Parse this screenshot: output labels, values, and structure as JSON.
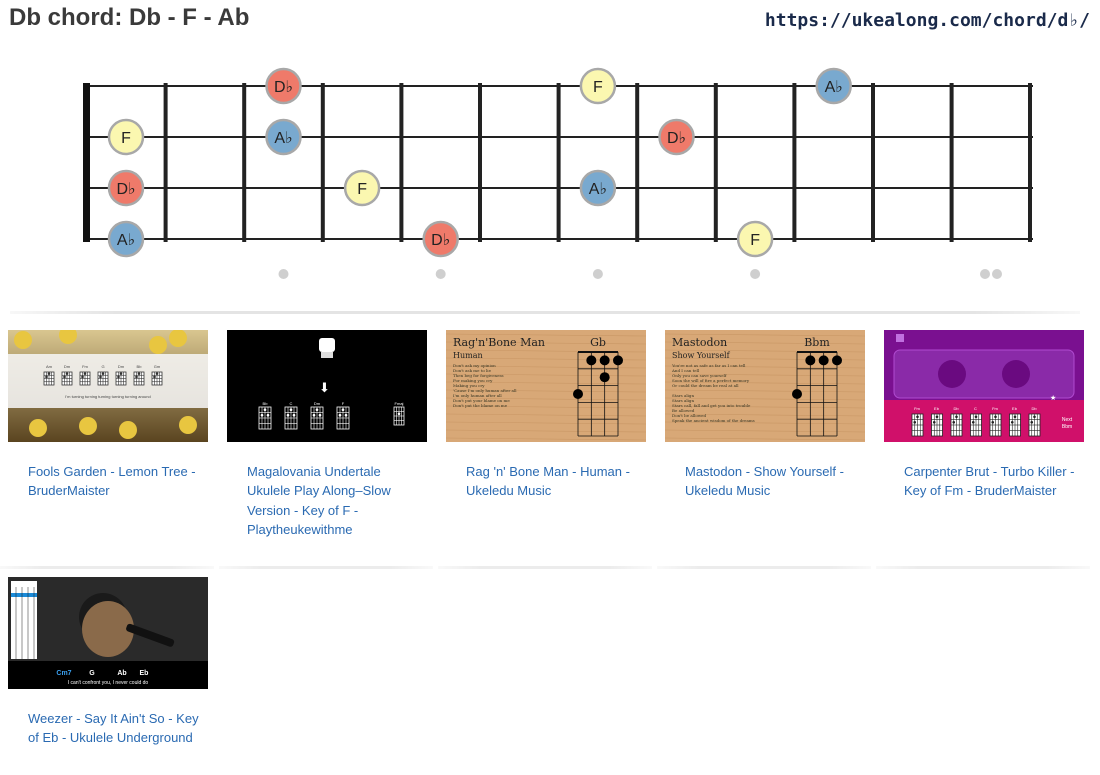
{
  "header": {
    "title": "Db chord: Db - F - Ab",
    "url": "https://ukealong.com/chord/d♭/"
  },
  "colors": {
    "Db": "#ef7a6a",
    "F": "#fbf7b0",
    "Ab": "#79a9cf",
    "dot_border": "#a8a8a8",
    "link": "#2a6ab2"
  },
  "chord_diagram": {
    "strings": 4,
    "frets": 12,
    "inlay_frets": [
      3,
      5,
      7,
      9,
      12
    ],
    "notes": [
      {
        "string": 1,
        "fret": 3,
        "label": "D♭",
        "note": "Db"
      },
      {
        "string": 1,
        "fret": 7,
        "label": "F",
        "note": "F"
      },
      {
        "string": 1,
        "fret": 10,
        "label": "A♭",
        "note": "Ab"
      },
      {
        "string": 2,
        "fret": 0,
        "label": "F",
        "note": "F"
      },
      {
        "string": 2,
        "fret": 3,
        "label": "A♭",
        "note": "Ab"
      },
      {
        "string": 2,
        "fret": 8,
        "label": "D♭",
        "note": "Db"
      },
      {
        "string": 3,
        "fret": 0,
        "label": "D♭",
        "note": "Db"
      },
      {
        "string": 3,
        "fret": 4,
        "label": "F",
        "note": "F"
      },
      {
        "string": 3,
        "fret": 7,
        "label": "A♭",
        "note": "Ab"
      },
      {
        "string": 4,
        "fret": 0,
        "label": "A♭",
        "note": "Ab"
      },
      {
        "string": 4,
        "fret": 5,
        "label": "D♭",
        "note": "Db"
      },
      {
        "string": 4,
        "fret": 9,
        "label": "F",
        "note": "F"
      }
    ]
  },
  "videos": [
    {
      "title": "Fools Garden - Lemon Tree - BruderMaister",
      "thumb": "lemon",
      "caption": "I'm turning turning turning turning turning around",
      "chords": [
        "Am",
        "Dm",
        "Fm",
        "G",
        "Dm",
        "Bb",
        "Gm"
      ]
    },
    {
      "title": "Magalovania Undertale Ukulele Play Along–Slow Version - Key of F - Playtheukewithme",
      "thumb": "undertale",
      "chords": [
        "Bb",
        "C",
        "Dm",
        "F"
      ],
      "side_chord": "Fmaj"
    },
    {
      "title": "Rag 'n' Bone Man - Human - Ukeledu Music",
      "thumb": "wood",
      "song": "Rag'n'Bone Man",
      "sub": "Human",
      "chord": "Gb",
      "lyrics": [
        "Don't ask my opinion",
        "Don't ask me to lie",
        "Then beg for forgiveness",
        "For making you cry",
        "Making you cry",
        "'Cause I'm only human after all",
        "I'm only human after all",
        "Don't put your blame on me",
        "Don't put the blame on me"
      ]
    },
    {
      "title": "Mastodon - Show Yourself - Ukeledu Music",
      "thumb": "wood",
      "song": "Mastodon",
      "sub": "Show Yourself",
      "chord": "Bbm",
      "lyrics": [
        "You're not as safe as far as I can tell",
        "And I can tell",
        "Only you can save yourself",
        "Soon the will of fire a perfect memory",
        "Or could the dream be real at all",
        "",
        "Stars align",
        "Stars align",
        "Stars call, fall and get you into trouble",
        "Be allowed",
        "Don't be allowed",
        "Speak the ancient wisdom of the dreams"
      ]
    },
    {
      "title": "Carpenter Brut - Turbo Killer - Key of Fm - BruderMaister",
      "thumb": "cassette",
      "chords": [
        "Fm",
        "Eb",
        "Db",
        "C",
        "Fm",
        "Eb",
        "Db"
      ],
      "next_label": "Next",
      "next_chord": "Bbm"
    },
    {
      "title": "Weezer - Say It Ain't So - Key of Eb - Ukulele Underground",
      "thumb": "weezer",
      "chords": [
        "Cm7",
        "G",
        "Ab",
        "Eb"
      ],
      "caption": "I can't confront you, I never could do"
    }
  ]
}
